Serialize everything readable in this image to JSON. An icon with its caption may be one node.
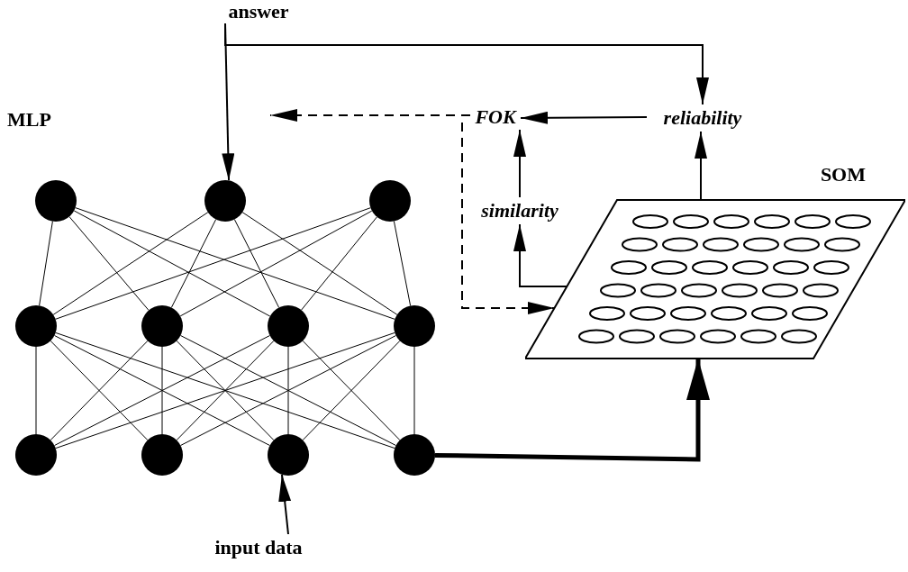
{
  "diagram": {
    "nodes": [
      {
        "text": [
          "answer"
        ]
      },
      {
        "text": [
          "FOK"
        ]
      },
      {
        "text": [
          "reliability"
        ]
      },
      {
        "text": [
          "similarity"
        ]
      },
      {
        "text": [
          "SOM"
        ]
      },
      {
        "text": [],
        "shape": "circle"
      },
      {
        "text": [],
        "shape": "circle"
      },
      {
        "text": [],
        "shape": "circle"
      },
      {
        "text": [],
        "shape": "circle"
      },
      {
        "text": [],
        "shape": "circle"
      },
      {
        "text": [],
        "shape": "circle"
      },
      {
        "text": [],
        "shape": "circle"
      },
      {
        "text": [],
        "shape": "circle"
      },
      {
        "text": [],
        "shape": "circle"
      },
      {
        "text": [],
        "shape": "circle"
      },
      {
        "text": [],
        "shape": "circle"
      },
      {
        "text": [
          "input data"
        ]
      }
    ],
    "edges": [
      {
        "from": 0,
        "to": 6,
        "arrow": "to"
      },
      {
        "from": 0,
        "to": 2,
        "arrow": "to"
      },
      {
        "from": 1,
        "to": null,
        "arrow": "to",
        "style": "dashed"
      },
      {
        "from": 1,
        "to": 4,
        "arrow": "to",
        "style": "dashed"
      },
      {
        "from": 2,
        "to": 1,
        "arrow": "to"
      },
      {
        "from": 3,
        "to": 1,
        "arrow": "to"
      },
      {
        "from": 4,
        "to": 3,
        "arrow": "to"
      },
      {
        "from": 4,
        "to": 2,
        "arrow": "to"
      },
      {
        "from": 15,
        "to": 4,
        "arrow": "to",
        "style": "thick"
      },
      {
        "from": 16,
        "to": 14,
        "arrow": "to"
      },
      {
        "from": 5,
        "to": 8,
        "arrow": "none"
      },
      {
        "from": 5,
        "to": 9,
        "arrow": "none"
      },
      {
        "from": 5,
        "to": 10,
        "arrow": "none"
      },
      {
        "from": 5,
        "to": 11,
        "arrow": "none"
      },
      {
        "from": 6,
        "to": 8,
        "arrow": "none"
      },
      {
        "from": 6,
        "to": 9,
        "arrow": "none"
      },
      {
        "from": 6,
        "to": 10,
        "arrow": "none"
      },
      {
        "from": 6,
        "to": 11,
        "arrow": "none"
      },
      {
        "from": 7,
        "to": 8,
        "arrow": "none"
      },
      {
        "from": 7,
        "to": 9,
        "arrow": "none"
      },
      {
        "from": 7,
        "to": 10,
        "arrow": "none"
      },
      {
        "from": 7,
        "to": 11,
        "arrow": "none"
      },
      {
        "from": 8,
        "to": 12,
        "arrow": "none"
      },
      {
        "from": 8,
        "to": 13,
        "arrow": "none"
      },
      {
        "from": 8,
        "to": 14,
        "arrow": "none"
      },
      {
        "from": 8,
        "to": 15,
        "arrow": "none"
      },
      {
        "from": 9,
        "to": 12,
        "arrow": "none"
      },
      {
        "from": 9,
        "to": 13,
        "arrow": "none"
      },
      {
        "from": 9,
        "to": 14,
        "arrow": "none"
      },
      {
        "from": 9,
        "to": 15,
        "arrow": "none"
      },
      {
        "from": 10,
        "to": 12,
        "arrow": "none"
      },
      {
        "from": 10,
        "to": 13,
        "arrow": "none"
      },
      {
        "from": 10,
        "to": 14,
        "arrow": "none"
      },
      {
        "from": 10,
        "to": 15,
        "arrow": "none"
      },
      {
        "from": 11,
        "to": 12,
        "arrow": "none"
      },
      {
        "from": 11,
        "to": 13,
        "arrow": "none"
      },
      {
        "from": 11,
        "to": 14,
        "arrow": "none"
      },
      {
        "from": 11,
        "to": 15,
        "arrow": "none"
      }
    ],
    "labels": [
      "MLP"
    ]
  }
}
